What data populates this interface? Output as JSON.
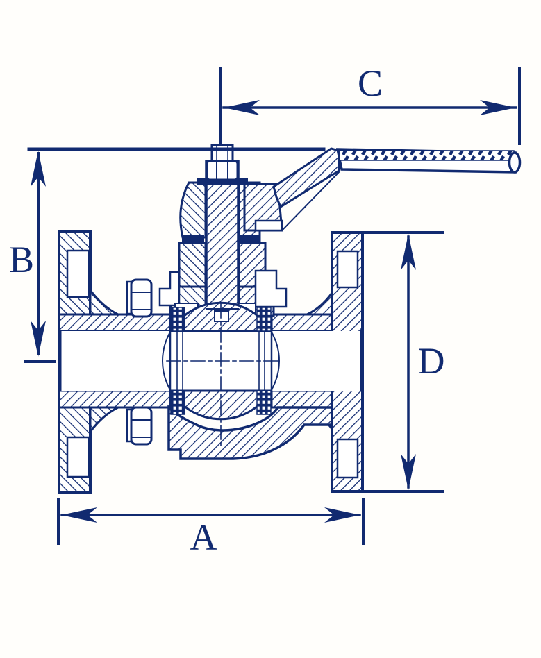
{
  "diagram": {
    "type": "engineering-cross-section",
    "subject": "Flanged ball valve with lever handle, sectional view with dimension callouts",
    "ink_color": "#112a70",
    "background_color": "#fffefb",
    "dimension_labels": {
      "a": "A",
      "b": "B",
      "c": "C",
      "d": "D"
    }
  }
}
